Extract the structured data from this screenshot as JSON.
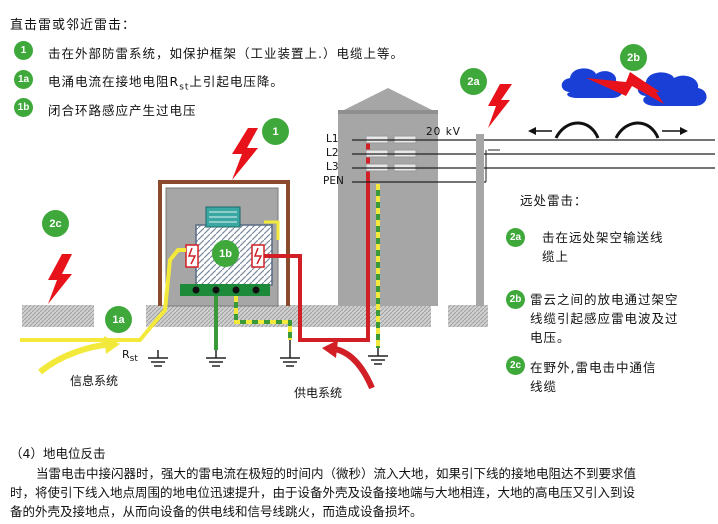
{
  "title": "直击雷或邻近雷击：",
  "legend": [
    {
      "badge": "1",
      "text": "击在外部防雷系统，如保护框架（工业装置上.）电缆上等。"
    },
    {
      "badge": "1a",
      "text": "电涌电流在接地电阻R"
    },
    {
      "badge": "1a",
      "text_sub": "st",
      "text_tail": "上引起电压降。"
    },
    {
      "badge": "1b",
      "text": "闭合环路感应产生过电压"
    }
  ],
  "diagram": {
    "badge_1": "1",
    "badge_1a": "1a",
    "badge_1b": "1b",
    "badge_2a": "2a",
    "badge_2b": "2b",
    "badge_2c": "2c",
    "lines": [
      "L1",
      "L2",
      "L3",
      "PEN"
    ],
    "voltage": "20 kV",
    "rst_main": "R",
    "rst_sub": "st",
    "label_info": "信息系统",
    "label_power": "供电系统"
  },
  "remote": {
    "title": "远处雷击：",
    "items": [
      {
        "badge": "2a",
        "lines": [
          "击在远处架空输送线",
          "缆上"
        ]
      },
      {
        "badge": "2b",
        "lines": [
          "雷云之间的放电通过架空",
          "线缆引起感应雷电波及过",
          "电压。"
        ]
      },
      {
        "badge": "2c",
        "lines": [
          "在野外,雷电击中通信",
          "线缆"
        ]
      }
    ]
  },
  "section": {
    "heading": "（4）地电位反击",
    "lines": [
      "当雷电击中接闪器时，强大的雷电流在极短的时间内（微秒）流入大地，如果引下线的接地电阻达不到要求值",
      "时，将使引下线入地点周围的地电位迅速提升，由于设备外壳及设备接地端与大地相连，大地的高电压又引入到设",
      "备的外壳及接地点，从而向设备的供电线和信号线跳火，而造成设备损坏。"
    ]
  },
  "colors": {
    "badge_green": "#3fa83a",
    "lightning_red": "#e8121b",
    "cloud_blue": "#1a3fd6",
    "wire_brown": "#8b4a2b",
    "wire_red": "#d21f26",
    "wire_yellow": "#f2e93a",
    "wire_green": "#3a9a3a",
    "building_gray": "#a6a6a6"
  }
}
